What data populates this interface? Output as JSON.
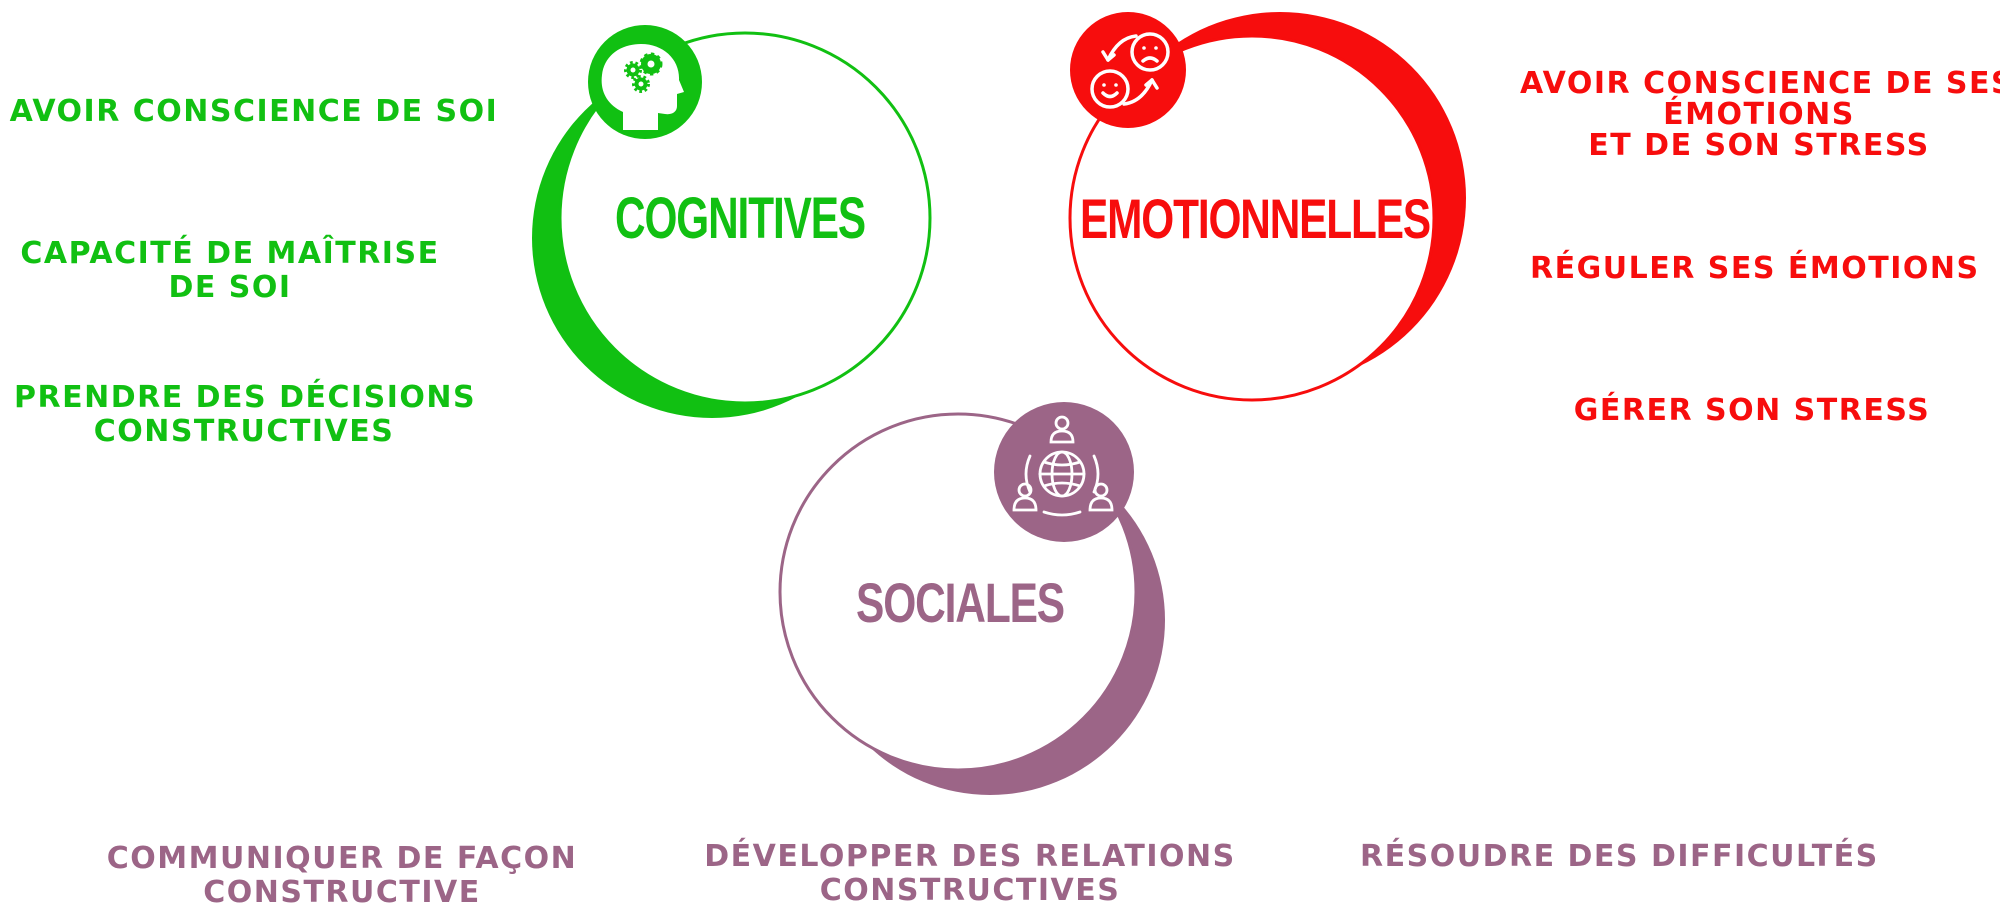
{
  "colors": {
    "cognitive": "#11c012",
    "emotional": "#f70d0d",
    "social": "#9c6587",
    "icon_fg": "#ffffff",
    "background": "#ffffff"
  },
  "circles": {
    "cognitive": {
      "title": "COGNITIVES",
      "icon": "head-gears-icon"
    },
    "emotional": {
      "title": "EMOTIONNELLES",
      "icon": "mood-cycle-icon"
    },
    "social": {
      "title": "SOCIALES",
      "icon": "network-globe-icon"
    }
  },
  "cognitive_items": {
    "a": [
      "AVOIR CONSCIENCE DE SOI"
    ],
    "b": [
      "CAPACITÉ DE MAÎTRISE",
      "DE SOI"
    ],
    "c": [
      "PRENDRE DES DÉCISIONS",
      "CONSTRUCTIVES"
    ]
  },
  "emotional_items": {
    "a": [
      "AVOIR CONSCIENCE DE SES",
      "ÉMOTIONS",
      "ET DE SON STRESS"
    ],
    "b": [
      "RÉGULER SES ÉMOTIONS"
    ],
    "c": [
      "GÉRER SON STRESS"
    ]
  },
  "social_items": {
    "a": [
      "COMMUNIQUER DE FAÇON",
      "CONSTRUCTIVE"
    ],
    "b": [
      "DÉVELOPPER DES RELATIONS",
      "CONSTRUCTIVES"
    ],
    "c": [
      "RÉSOUDRE DES DIFFICULTÉS"
    ]
  }
}
